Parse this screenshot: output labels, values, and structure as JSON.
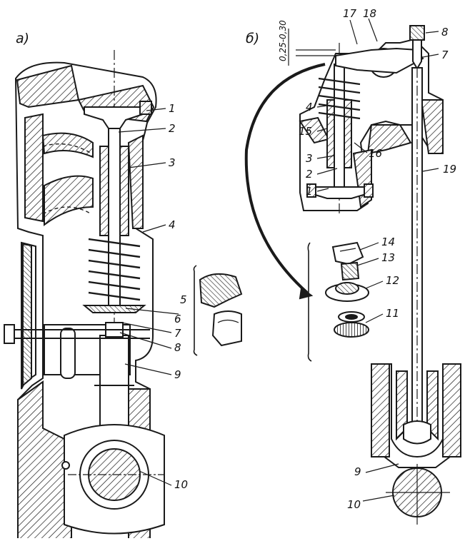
{
  "figure": {
    "panel_a": {
      "caption": "а)",
      "callouts": [
        "1",
        "2",
        "3",
        "4",
        "5",
        "6",
        "7",
        "8",
        "9",
        "10"
      ]
    },
    "panel_b": {
      "caption": "б)",
      "clearance_label": "0,25-0,30",
      "callouts": [
        "17",
        "18",
        "8",
        "7",
        "4",
        "15",
        "16",
        "19",
        "3",
        "2",
        "1",
        "14",
        "13",
        "12",
        "11",
        "9",
        "10"
      ]
    }
  },
  "colors": {
    "ink": "#1a1a1a",
    "paper": "#ffffff",
    "hatch": "#1a1a1a"
  }
}
